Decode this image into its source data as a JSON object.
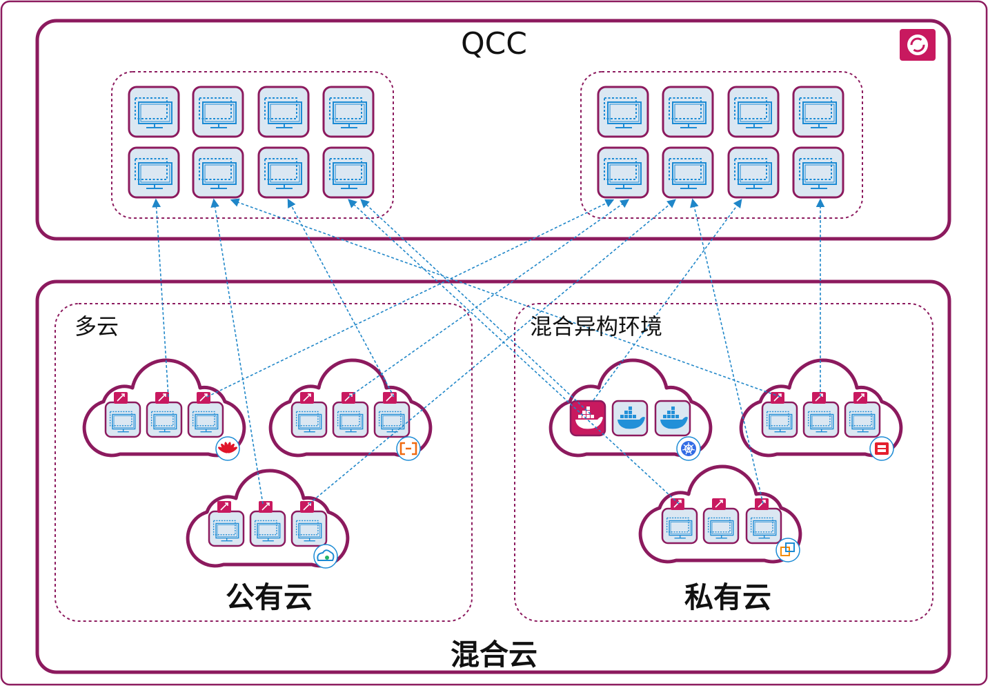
{
  "qcc_title": "QCC",
  "multi_cloud_label": "多云",
  "hetero_label": "混合异构环境",
  "public_cloud_label": "公有云",
  "private_cloud_label": "私有云",
  "hybrid_cloud_label": "混合云",
  "colors": {
    "frame": "#8c1a5e",
    "accent": "#b5135f",
    "arrow": "#1f86c8",
    "monitor_fill": "#dbe7f2",
    "monitor_stroke": "#1a8ad4"
  },
  "clouds": [
    {
      "name": "huawei-cloud",
      "badge": "huawei-icon",
      "vm_type": "vm"
    },
    {
      "name": "aliyun-cloud",
      "badge": "aliyun-icon",
      "vm_type": "vm"
    },
    {
      "name": "tencent-cloud",
      "badge": "tencent-cloud-icon",
      "vm_type": "vm"
    },
    {
      "name": "docker-cloud",
      "badge": "kubernetes-icon",
      "vm_type": "container"
    },
    {
      "name": "openstack-cloud",
      "badge": "openstack-icon",
      "vm_type": "vm"
    },
    {
      "name": "vmware-cloud",
      "badge": "vmware-icon",
      "vm_type": "vm"
    }
  ]
}
